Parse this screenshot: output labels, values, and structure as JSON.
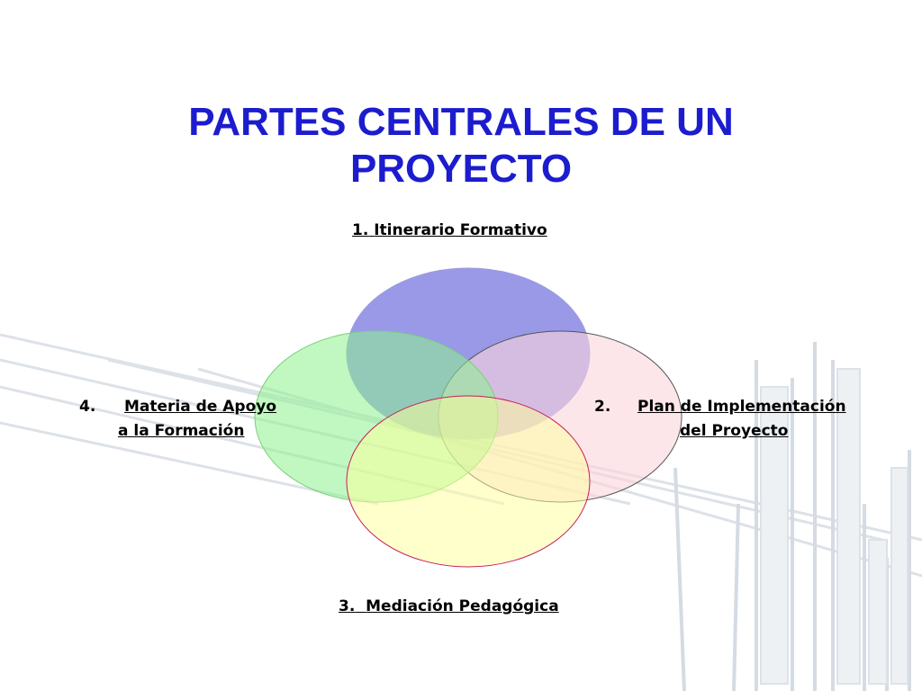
{
  "slide": {
    "title": "PARTES CENTRALES DE UN\nPROYECTO"
  },
  "diagram": {
    "parts": [
      {
        "number": "1.",
        "label": "Itinerario Formativo",
        "position": "top",
        "fill": "#8e8ee6"
      },
      {
        "number": "2.",
        "label_line1": "Plan de Implementación ",
        "label_line2": "del Proyecto",
        "position": "right",
        "fill": "#fde0e4"
      },
      {
        "number": "3.",
        "label": "Mediación Pedagógica",
        "position": "bottom",
        "fill": "#ffffc0"
      },
      {
        "number": "4.",
        "label_line1": "Materia de Apoyo ",
        "label_line2": "a la Formación",
        "position": "left",
        "fill": "#99f599"
      }
    ]
  },
  "colors": {
    "title": "#1c1ccf",
    "label": "#000000"
  }
}
